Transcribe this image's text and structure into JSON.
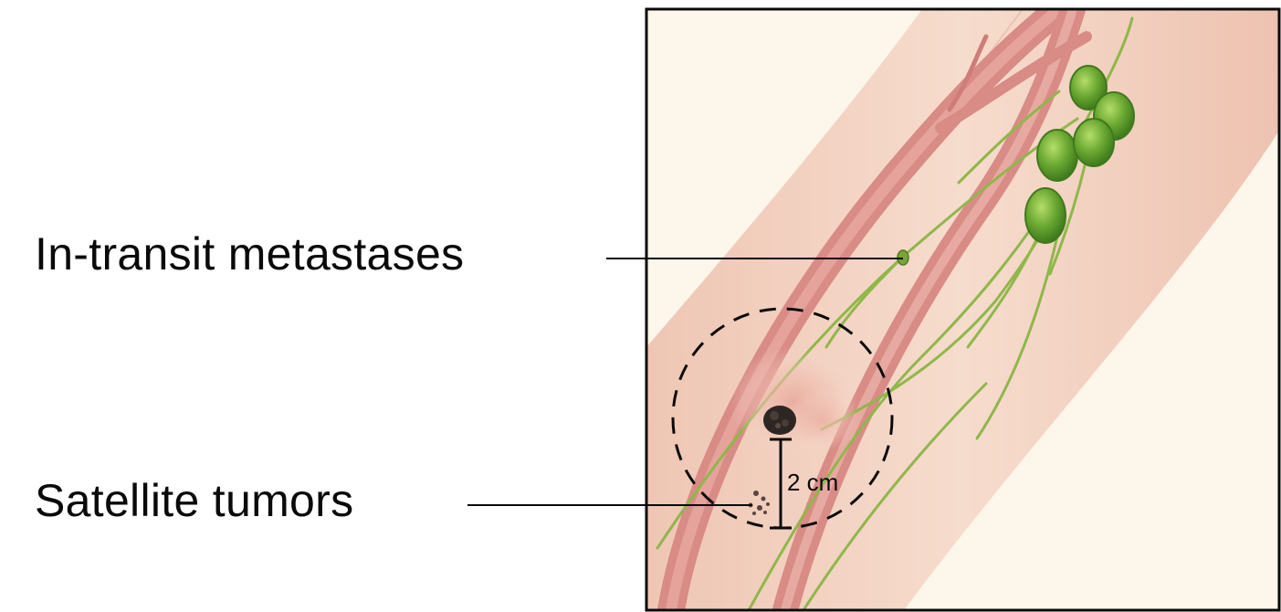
{
  "labels": {
    "in_transit": "In-transit metastases",
    "satellite": "Satellite tumors"
  },
  "measurement": {
    "distance_label": "2 cm"
  },
  "colors": {
    "background": "#fdf6ea",
    "skin": "#f2cfbf",
    "vessel": "#d98b86",
    "lymph": "#8fb74a",
    "lymph_node": "#5f9e2c",
    "tumor": "#3a302d",
    "line": "#0a0a0a"
  }
}
